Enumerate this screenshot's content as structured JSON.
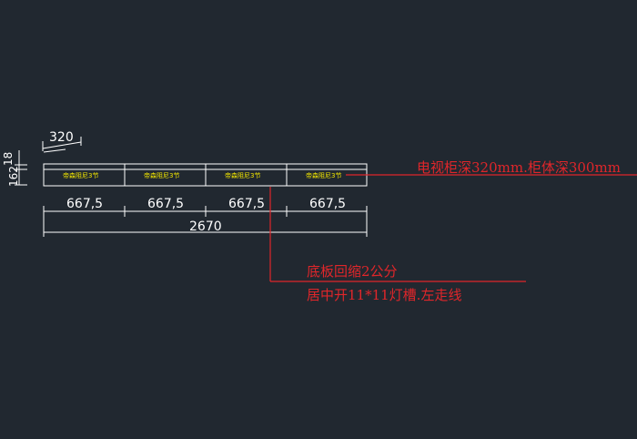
{
  "drawing": {
    "colors": {
      "background": "#212830",
      "geometry": "#ffffff",
      "label_text": "#f2e600",
      "annotation": "#e0262a"
    },
    "cabinet_sections": [
      {
        "label": "帝森阻尼3节",
        "width_dim": "667,5"
      },
      {
        "label": "帝森阻尼3节",
        "width_dim": "667,5"
      },
      {
        "label": "帝森阻尼3节",
        "width_dim": "667,5"
      },
      {
        "label": "帝森阻尼3节",
        "width_dim": "667,5"
      }
    ],
    "overall_width_dim": "2670",
    "depth_dim": "320",
    "height_dims": [
      "162",
      "18"
    ],
    "annotations": {
      "depth_note": "电视柜深320mm.柜体深300mm",
      "base_note_line1": "底板回缩2公分",
      "base_note_line2": "居中开11*11灯槽.左走线"
    }
  }
}
